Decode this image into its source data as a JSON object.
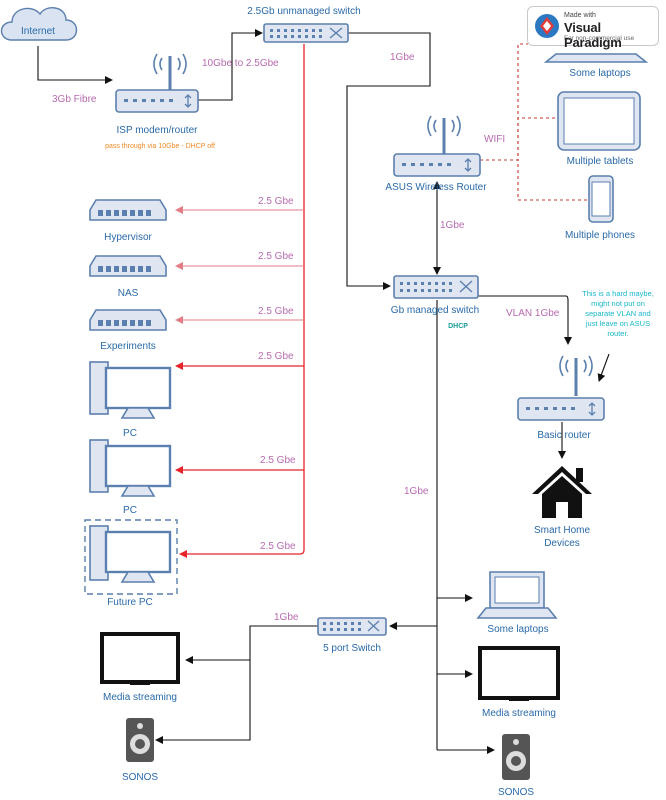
{
  "nodes": {
    "internet": "Internet",
    "unmanaged_switch": "2.5Gb unmanaged switch",
    "isp_router": "ISP modem/router",
    "isp_note": "pass through via 10Gbe - DHCP off",
    "hypervisor": "Hypervisor",
    "nas": "NAS",
    "experiments": "Experiments",
    "pc1": "PC",
    "pc2": "PC",
    "future_pc": "Future PC",
    "asus_router": "ASUS Wireless Router",
    "top_laptops": "Some laptops",
    "tablets": "Multiple tablets",
    "phones": "Multiple phones",
    "managed_switch": "Gb managed switch",
    "dhcp": "DHCP",
    "note": [
      "This is a hard maybe,",
      "might not put on",
      "separate VLAN and",
      "just leave on ASUS",
      "router."
    ],
    "basic_router": "Basic router",
    "smart_home": [
      "Smart Home",
      "Devices"
    ],
    "five_port": "5 port Switch",
    "media_left": "Media streaming",
    "sonos_left": "SONOS",
    "laptops_bottom": "Some laptops",
    "media_right": "Media streaming",
    "sonos_right": "SONOS"
  },
  "links": {
    "fibre": "3Gb Fibre",
    "uplink": "10Gbe to 2.5Gbe",
    "to_asus": "1Gbe",
    "wifi": "WIFI",
    "asus_managed": "1Gbe",
    "vlan": "VLAN 1Gbe",
    "hypervisor": "2.5 Gbe",
    "nas": "2.5 Gbe",
    "experiments": "2.5 Gbe",
    "pc1": "2.5 Gbe",
    "pc2": "2.5 Gbe",
    "future": "2.5 Gbe",
    "managed_down": "1Gbe",
    "five_port": "1Gbe"
  },
  "watermark": {
    "line1": "Made with",
    "line2": "Visual Paradigm",
    "line3": "For non-commercial use"
  },
  "colors": {
    "device": "#5b7fae",
    "device_label": "#2a6aa8",
    "link_label": "#b76bb0",
    "red_wire": "#e8242a",
    "note": "#17b7c9",
    "dhcp": "#1a9c98",
    "isp_note": "#f08a24"
  }
}
